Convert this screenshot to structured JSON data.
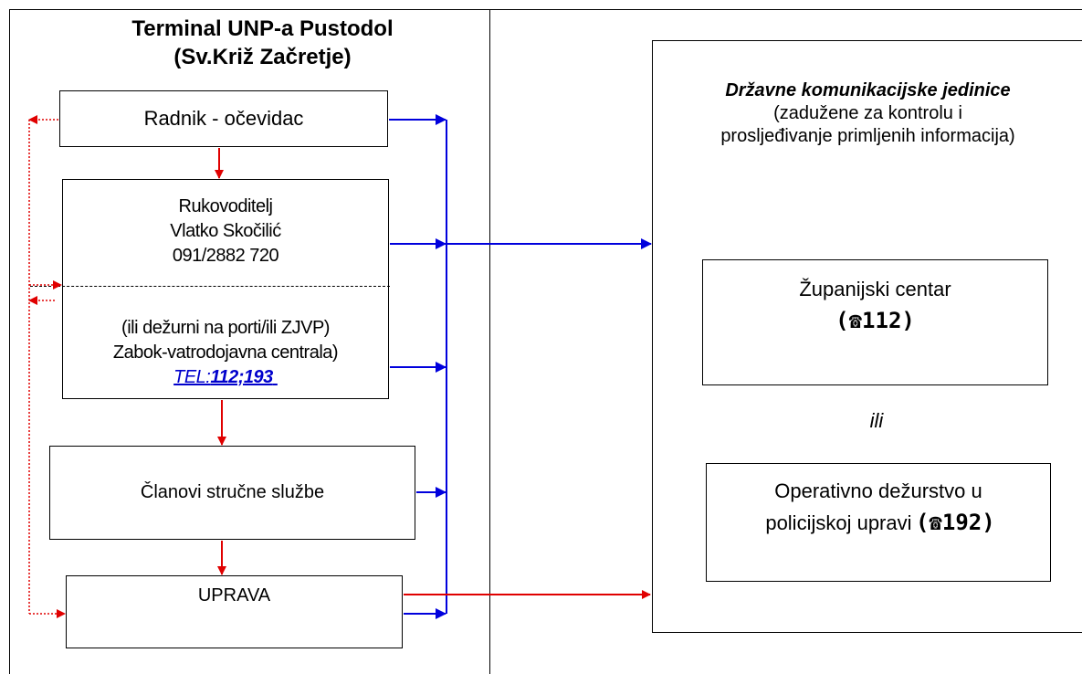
{
  "terminal": {
    "title_line1": "Terminal UNP-a Pustodol",
    "title_line2": "(Sv.Križ Začretje)"
  },
  "boxes": {
    "witness": "Radnik - očevidac",
    "manager_role": "Rukovoditelj",
    "manager_name": "Vlatko Skočilić",
    "manager_phone": "091/2882 720",
    "duty_line1": "(ili dežurni na porti/ili ZJVP)",
    "duty_line2": "Zabok-vatrodojavna centrala)",
    "duty_tel_prefix": "TEL:",
    "duty_tel_numbers": "112;193",
    "duty_tel_trail": " ",
    "experts": "Članovi stručne službe",
    "management": "UPRAVA"
  },
  "state_units": {
    "title": "Državne komunikacijske jedinice",
    "subtitle_line1": "(zadužene za kontrolu i",
    "subtitle_line2": "prosljeđivanje primljenih informacija)",
    "county_center": "Županijski centar",
    "county_phone_icon": "phone-icon",
    "county_phone": "112)",
    "or_text": "ili",
    "police_line1": "Operativno dežurstvo u",
    "police_line2": "policijskoj upravi",
    "police_phone": "192)"
  },
  "colors": {
    "red_arrow": "#e00000",
    "blue_arrow": "#0000dd",
    "link": "#0000cc"
  }
}
